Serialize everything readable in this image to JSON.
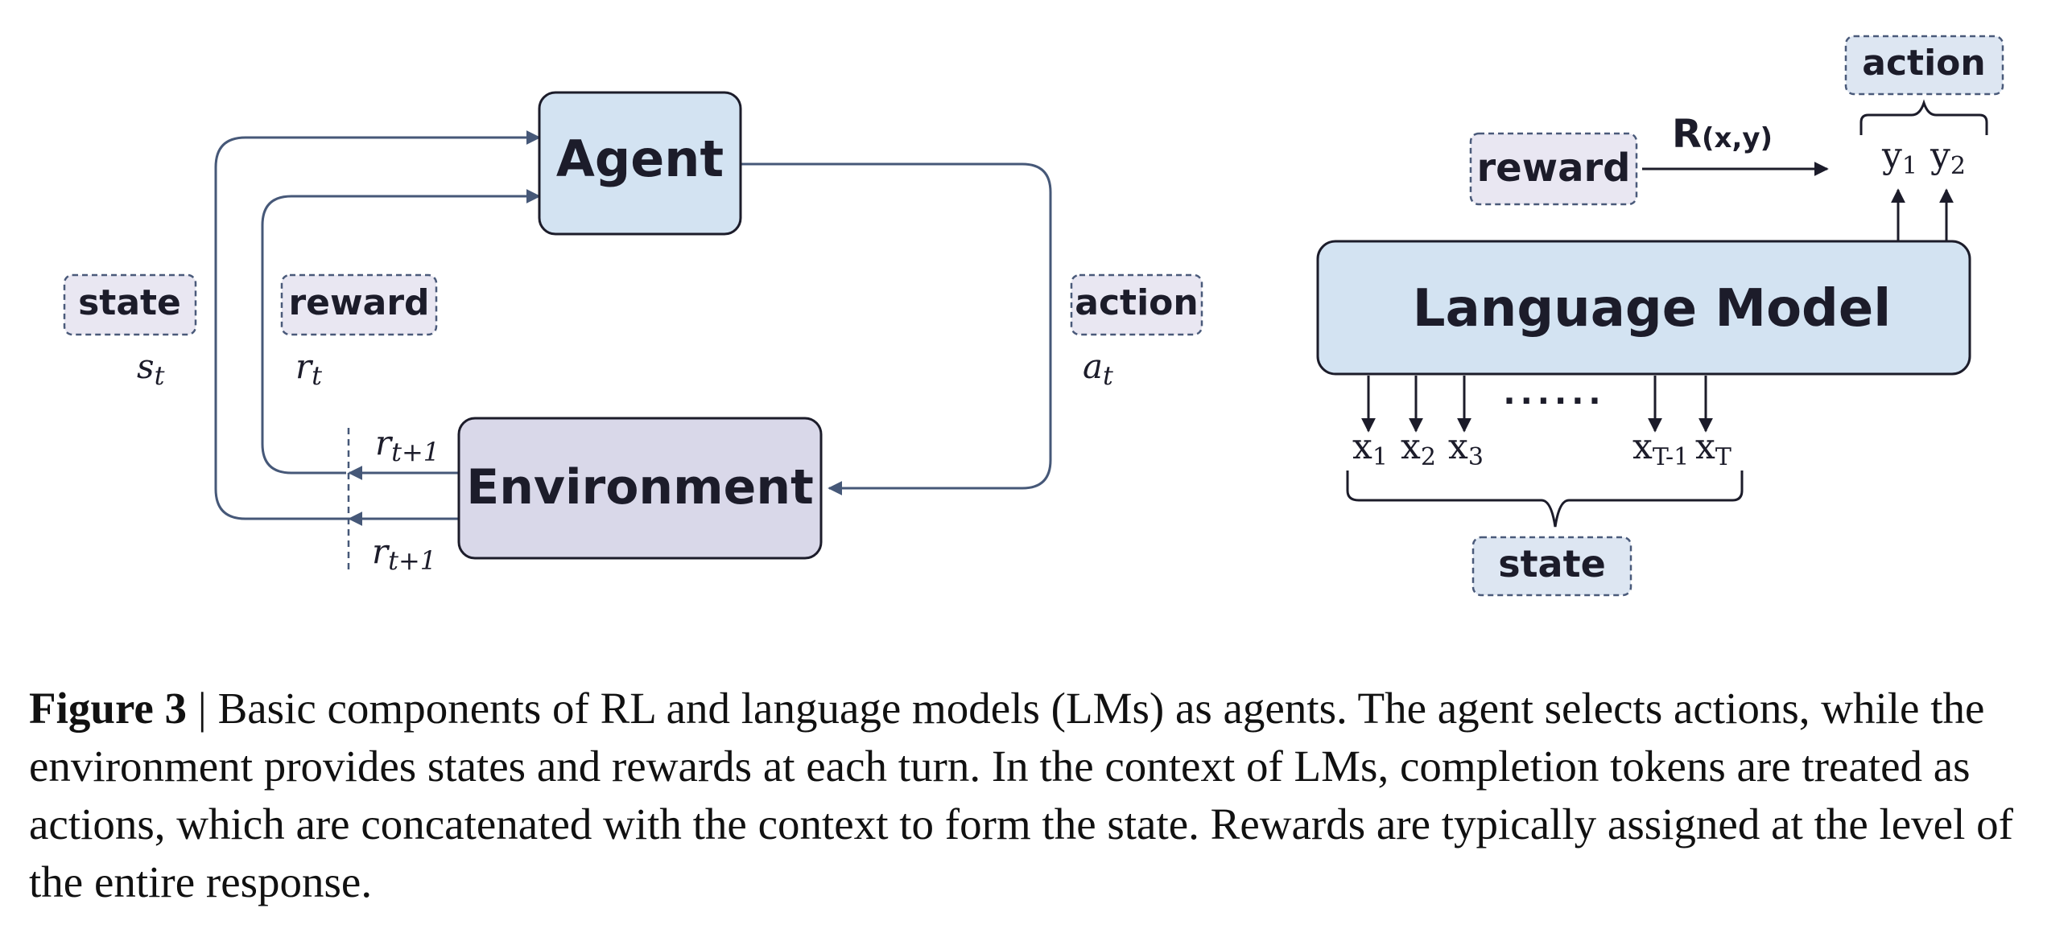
{
  "rl_diagram": {
    "agent": "Agent",
    "environment": "Environment",
    "state_label": "state",
    "reward_label": "reward",
    "action_label": "action",
    "state_symbol": {
      "base": "s",
      "sub": "t"
    },
    "reward_symbol": {
      "base": "r",
      "sub": "t"
    },
    "action_symbol": {
      "base": "a",
      "sub": "t"
    },
    "next_reward_symbol": {
      "base": "r",
      "sub": "t+1"
    },
    "next_state_symbol": {
      "base": "r",
      "sub": "t+1"
    }
  },
  "lm_diagram": {
    "model": "Language Model",
    "action_label": "action",
    "reward_label": "reward",
    "state_label": "state",
    "reward_function": {
      "base": "R",
      "args": "(x,y)"
    },
    "outputs": [
      {
        "base": "y",
        "sub": "1"
      },
      {
        "base": "y",
        "sub": "2"
      }
    ],
    "inputs": [
      {
        "base": "x",
        "sub": "1"
      },
      {
        "base": "x",
        "sub": "2"
      },
      {
        "base": "x",
        "sub": "3"
      },
      {
        "base": "x",
        "sub": "T-1"
      },
      {
        "base": "x",
        "sub": "T"
      }
    ],
    "ellipsis": "......"
  },
  "caption": {
    "label": "Figure 3",
    "separator": " | ",
    "text": "Basic components of RL and language models (LMs) as agents. The agent selects actions, while the environment provides states and rewards at each turn. In the context of LMs, completion tokens are treated as actions, which are concatenated with the context to form the state. Rewards are typically assigned at the level of the entire response."
  },
  "colors": {
    "agent_fill": "#d3e3f2",
    "environment_fill": "#d9d8e9",
    "arrow": "#465878",
    "outline": "#1c1c2a"
  }
}
